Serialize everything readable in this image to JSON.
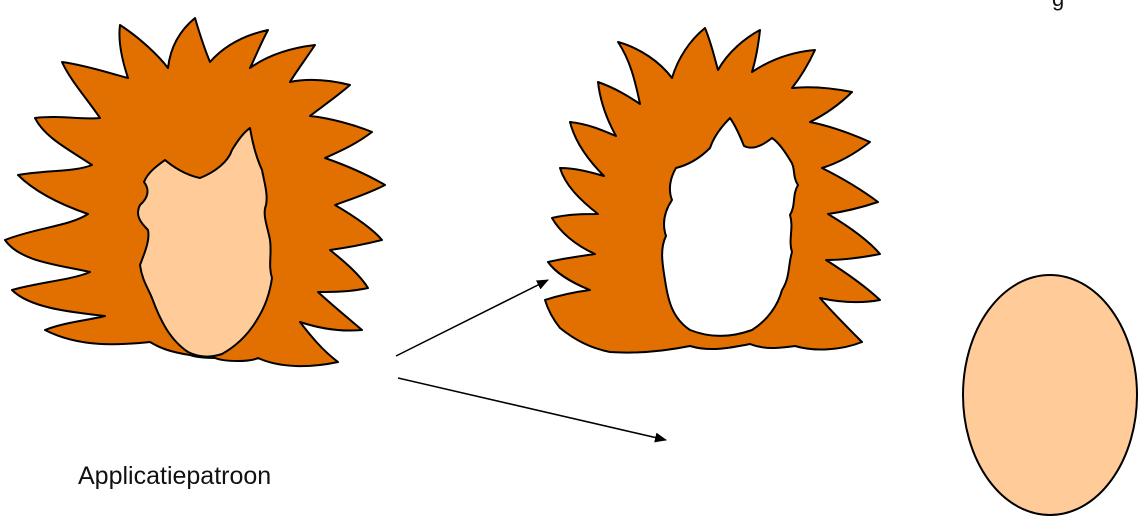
{
  "caption": "Applicatiepatroon",
  "corner_mark": "g",
  "colors": {
    "hair": "#E27000",
    "skin": "#FFCC99",
    "outline": "#000000",
    "arrow": "#000000",
    "background": "#FFFFFF"
  },
  "parts": {
    "pattern": "hair-with-face-pattern",
    "hair_piece": "hair-piece",
    "face_piece": "face-oval"
  }
}
